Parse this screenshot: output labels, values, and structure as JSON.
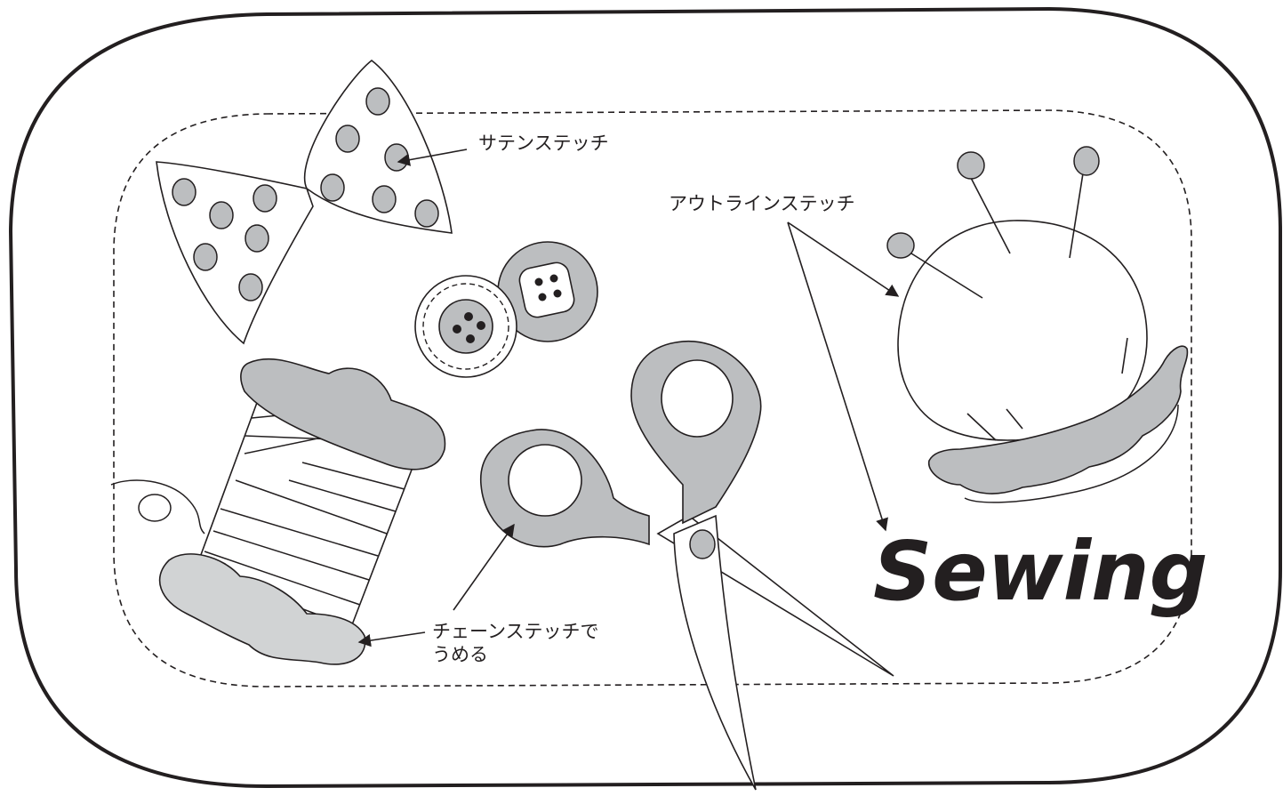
{
  "labels": {
    "satin_stitch": "サテンステッチ",
    "outline_stitch": "アウトラインステッチ",
    "chain_stitch_line1": "チェーンステッチで",
    "chain_stitch_line2": "うめる"
  },
  "motif_text": "Sewing",
  "colors": {
    "stroke": "#231f20",
    "fill_gray": "#bcbec0",
    "fill_light": "#d1d3d4",
    "background": "#ffffff"
  },
  "icons": [
    "ribbon-bow",
    "buttons",
    "thread-spool",
    "scissors",
    "pincushion"
  ]
}
